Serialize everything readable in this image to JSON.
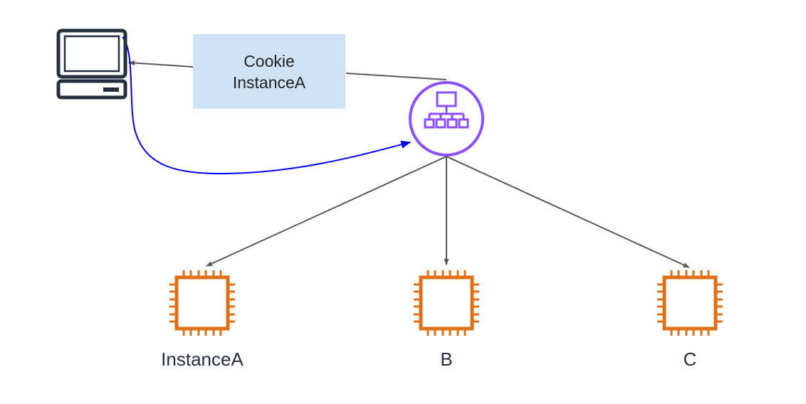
{
  "cookie_box": {
    "line1": "Cookie",
    "line2": "InstanceA"
  },
  "client": {
    "icon": "desktop-computer-icon"
  },
  "load_balancer": {
    "icon": "load-balancer-icon",
    "color": "#8c4fff"
  },
  "instances": [
    {
      "label": "InstanceA",
      "icon": "ec2-instance-icon"
    },
    {
      "label": "B",
      "icon": "ec2-instance-icon"
    },
    {
      "label": "C",
      "icon": "ec2-instance-icon"
    }
  ],
  "colors": {
    "cookie_fill": "#cfe2f3",
    "arrow_gray": "#595959",
    "arrow_blue": "#0000ff",
    "instance_orange": "#e07016",
    "client_dark": "#232f3e",
    "label_text": "#232f3e"
  }
}
